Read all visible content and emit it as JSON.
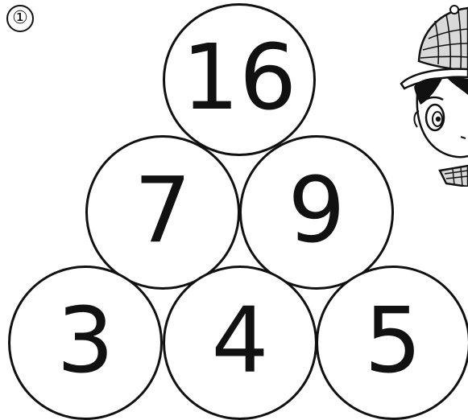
{
  "problem": {
    "label": "①"
  },
  "pyramid": {
    "top": "16",
    "middle": [
      "7",
      "9"
    ],
    "bottom": [
      "3",
      "4",
      "5"
    ]
  },
  "illustration": {
    "icon": "detective-character-icon"
  }
}
